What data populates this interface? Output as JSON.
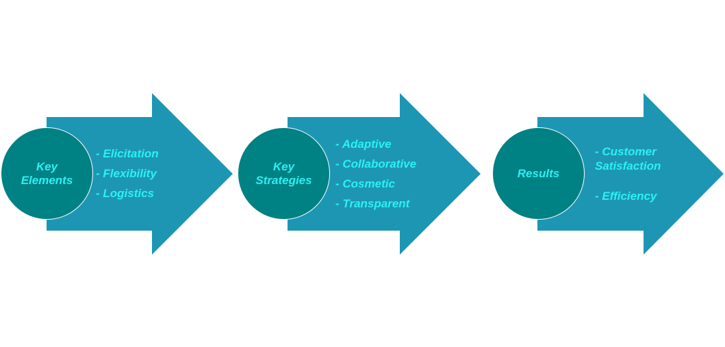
{
  "colors": {
    "arrow": "#1d96b4",
    "circle": "#008183",
    "text": "#2cf0f4"
  },
  "stages": [
    {
      "circle_label": "Key\nElements",
      "items": [
        "- Elicitation",
        "- Flexibility",
        "- Logistics"
      ]
    },
    {
      "circle_label": "Key\nStrategies",
      "items": [
        "- Adaptive",
        "- Collaborative",
        "- Cosmetic",
        "- Transparent"
      ]
    },
    {
      "circle_label": "Results",
      "items": [
        "- Customer\nSatisfaction",
        "- Efficiency"
      ]
    }
  ]
}
